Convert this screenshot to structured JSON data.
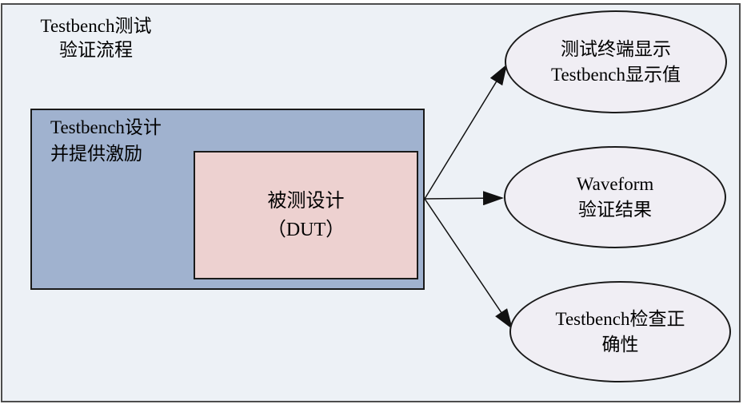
{
  "title": {
    "line1": "Testbench测试",
    "line2": "验证流程"
  },
  "testbench_box": {
    "label_line1": "Testbench设计",
    "label_line2": "并提供激励"
  },
  "dut_box": {
    "line1": "被测设计",
    "line2": "（DUT）"
  },
  "outputs": [
    {
      "line1": "测试终端显示",
      "line2": "Testbench显示值"
    },
    {
      "line1": "Waveform",
      "line2": "验证结果"
    },
    {
      "line1": "Testbench检查正",
      "line2": "确性"
    }
  ],
  "colors": {
    "canvas-bg": "#EDF1F6",
    "frame-border": "#4D4D4D",
    "shape-border": "#1A1A1A",
    "testbench-box-fill": "#A0B2CF",
    "dut-box-fill": "#EDD1D0",
    "ellipse-fill": "#F0EEF4",
    "arrow": "#111111"
  }
}
